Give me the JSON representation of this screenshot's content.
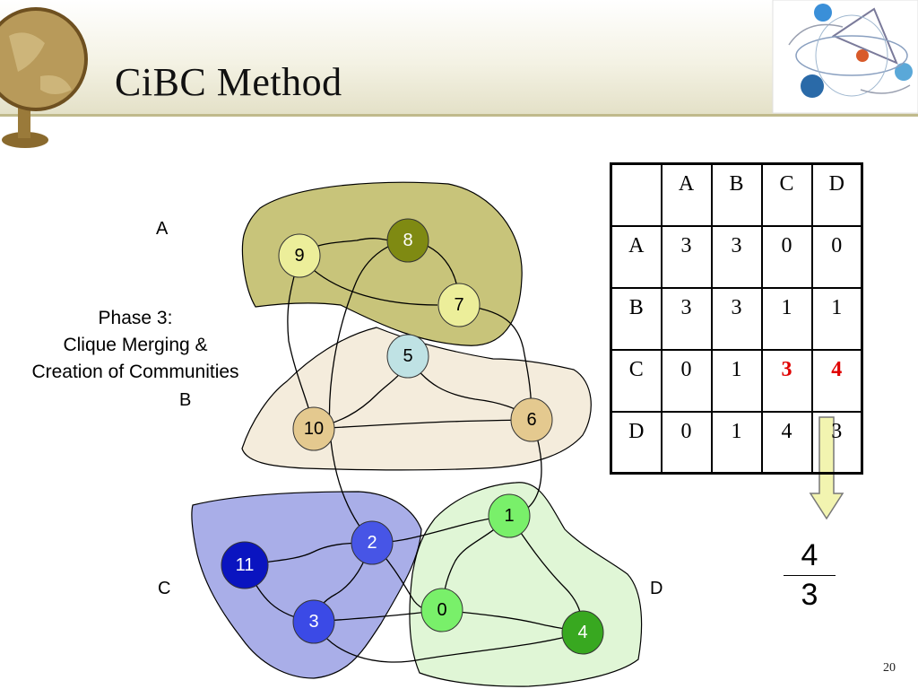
{
  "slide": {
    "title": "CiBC Method",
    "number": "20"
  },
  "text": {
    "phase_line1": "Phase 3:",
    "phase_line2": "Clique Merging &",
    "phase_line3": "Creation of Communities"
  },
  "communities": [
    {
      "id": "A",
      "label": "A",
      "fill": "#c8c47a"
    },
    {
      "id": "B",
      "label": "B",
      "fill": "#f4ecdc"
    },
    {
      "id": "C",
      "label": "C",
      "fill": "#a9aee8"
    },
    {
      "id": "D",
      "label": "D",
      "fill": "#e0f6d6"
    }
  ],
  "nodes": [
    {
      "id": "9",
      "label": "9",
      "fill": "#ecee9a",
      "text": "#000000"
    },
    {
      "id": "8",
      "label": "8",
      "fill": "#7f8a12",
      "text": "#ffffff"
    },
    {
      "id": "7",
      "label": "7",
      "fill": "#ecee9a",
      "text": "#000000"
    },
    {
      "id": "5",
      "label": "5",
      "fill": "#bfe2e4",
      "text": "#000000"
    },
    {
      "id": "10",
      "label": "10",
      "fill": "#e4c98f",
      "text": "#000000"
    },
    {
      "id": "6",
      "label": "6",
      "fill": "#e4c98f",
      "text": "#000000"
    },
    {
      "id": "1",
      "label": "1",
      "fill": "#79f06a",
      "text": "#000000"
    },
    {
      "id": "2",
      "label": "2",
      "fill": "#4755e6",
      "text": "#ffffff"
    },
    {
      "id": "11",
      "label": "11",
      "fill": "#0a14c0",
      "text": "#ffffff"
    },
    {
      "id": "3",
      "label": "3",
      "fill": "#3b4ae6",
      "text": "#ffffff"
    },
    {
      "id": "0",
      "label": "0",
      "fill": "#79f06a",
      "text": "#000000"
    },
    {
      "id": "4",
      "label": "4",
      "fill": "#38a820",
      "text": "#ffffff"
    }
  ],
  "matrix": {
    "headers": [
      "",
      "A",
      "B",
      "C",
      "D"
    ],
    "rows": [
      [
        "A",
        "3",
        "3",
        "0",
        "0"
      ],
      [
        "B",
        "3",
        "3",
        "1",
        "1"
      ],
      [
        "C",
        "0",
        "1",
        "3",
        "4"
      ],
      [
        "D",
        "0",
        "1",
        "4",
        "3"
      ]
    ],
    "highlighted_color": "#e00000"
  },
  "fraction": {
    "numerator": "4",
    "denominator": "3"
  },
  "colors": {
    "arrow_fill": "#f2f4b0",
    "arrow_stroke": "#777777"
  }
}
